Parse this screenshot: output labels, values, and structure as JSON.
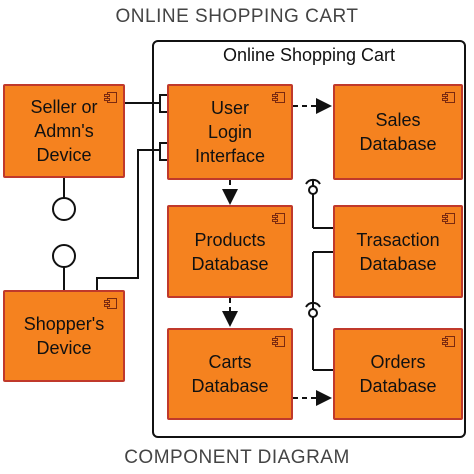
{
  "title_top": "ONLINE SHOPPING CART",
  "title_bottom": "COMPONENT DIAGRAM",
  "system_title": "Online Shopping Cart",
  "components": {
    "seller": "Seller or\nAdmn's\nDevice",
    "shopper": "Shopper's\nDevice",
    "login": "User\nLogin\nInterface",
    "sales": "Sales\nDatabase",
    "products": "Products\nDatabase",
    "transaction": "Trasaction\nDatabase",
    "carts": "Carts\nDatabase",
    "orders": "Orders\nDatabase"
  },
  "colors": {
    "component_fill": "#f5821f",
    "component_border": "#c0392b",
    "line": "#111111"
  },
  "component_icon": "component-icon"
}
